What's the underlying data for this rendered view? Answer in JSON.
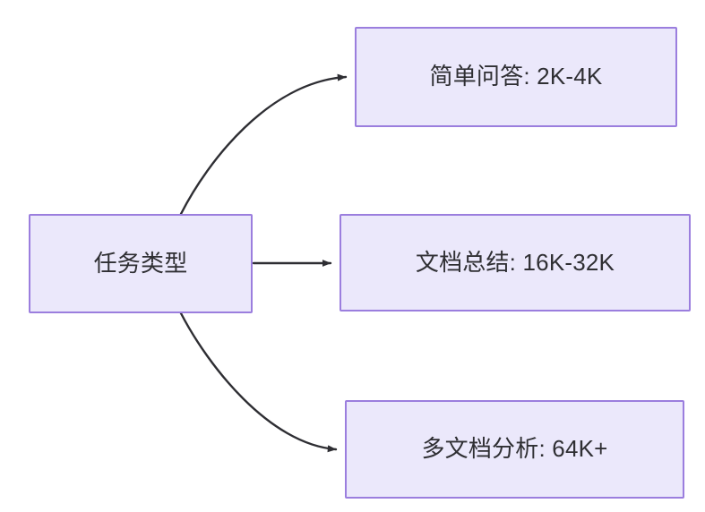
{
  "diagram": {
    "type": "flowchart",
    "direction": "left-to-right",
    "background_color": "#ffffff",
    "node_fill_color": "#ebe8fb",
    "node_border_color": "#9b7ede",
    "node_text_color": "#2f2f33",
    "edge_color": "#2e2e33",
    "root": {
      "label": "任务类型"
    },
    "branches": [
      {
        "label": "简单问答: 2K-4K",
        "task": "简单问答",
        "context_length": "2K-4K"
      },
      {
        "label": "文档总结: 16K-32K",
        "task": "文档总结",
        "context_length": "16K-32K"
      },
      {
        "label": "多文档分析: 64K+",
        "task": "多文档分析",
        "context_length": "64K+"
      }
    ],
    "edges": [
      {
        "from": "任务类型",
        "to": "简单问答: 2K-4K",
        "style": "curved",
        "arrowhead": "solid-triangle",
        "label": ""
      },
      {
        "from": "任务类型",
        "to": "文档总结: 16K-32K",
        "style": "straight",
        "arrowhead": "solid-triangle",
        "label": ""
      },
      {
        "from": "任务类型",
        "to": "多文档分析: 64K+",
        "style": "curved",
        "arrowhead": "solid-triangle",
        "label": ""
      }
    ]
  }
}
